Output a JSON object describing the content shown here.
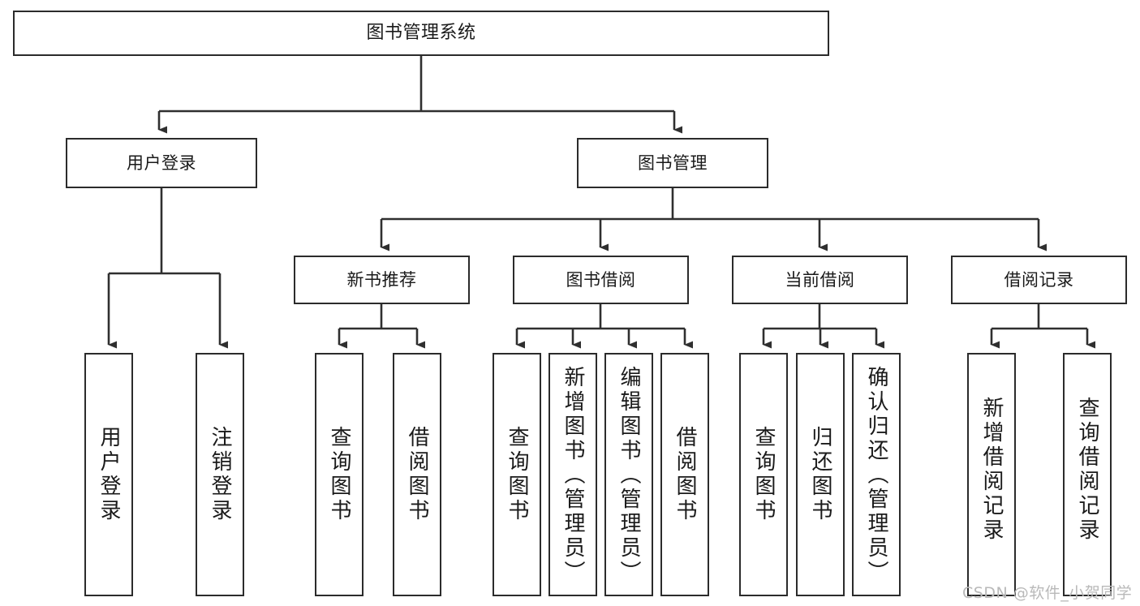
{
  "diagram": {
    "title": "图书管理系统",
    "type": "tree",
    "orientation": "top-down",
    "colors": {
      "box_border": "#2b2b2b",
      "box_fill": "#ffffff",
      "edge": "#333333",
      "text": "#1a1a1a",
      "watermark": "#b9b9b9",
      "background": "#ffffff"
    },
    "root": {
      "label": "图书管理系统"
    },
    "level2": [
      {
        "id": "login",
        "label": "用户登录"
      },
      {
        "id": "bookmgmt",
        "label": "图书管理"
      }
    ],
    "level3": [
      {
        "id": "newbook",
        "label": "新书推荐",
        "parent": "bookmgmt"
      },
      {
        "id": "borrow",
        "label": "图书借阅",
        "parent": "bookmgmt"
      },
      {
        "id": "current",
        "label": "当前借阅",
        "parent": "bookmgmt"
      },
      {
        "id": "record",
        "label": "借阅记录",
        "parent": "bookmgmt"
      }
    ],
    "leaves": [
      {
        "index": 0,
        "label": "用户登录",
        "parent": "login"
      },
      {
        "index": 1,
        "label": "注销登录",
        "parent": "login"
      },
      {
        "index": 2,
        "label": "查询图书",
        "parent": "newbook"
      },
      {
        "index": 3,
        "label": "借阅图书",
        "parent": "newbook"
      },
      {
        "index": 4,
        "label": "查询图书",
        "parent": "borrow"
      },
      {
        "index": 5,
        "label": "新增图书（管理员）",
        "parent": "borrow"
      },
      {
        "index": 6,
        "label": "编辑图书（管理员）",
        "parent": "borrow"
      },
      {
        "index": 7,
        "label": "借阅图书",
        "parent": "borrow"
      },
      {
        "index": 8,
        "label": "查询图书",
        "parent": "current"
      },
      {
        "index": 9,
        "label": "归还图书",
        "parent": "current"
      },
      {
        "index": 10,
        "label": "确认归还（管理员）",
        "parent": "current"
      },
      {
        "index": 11,
        "label": "新增借阅记录",
        "parent": "record"
      },
      {
        "index": 12,
        "label": "查询借阅记录",
        "parent": "record"
      }
    ],
    "watermark": "CSDN @软件_小贺同学"
  }
}
